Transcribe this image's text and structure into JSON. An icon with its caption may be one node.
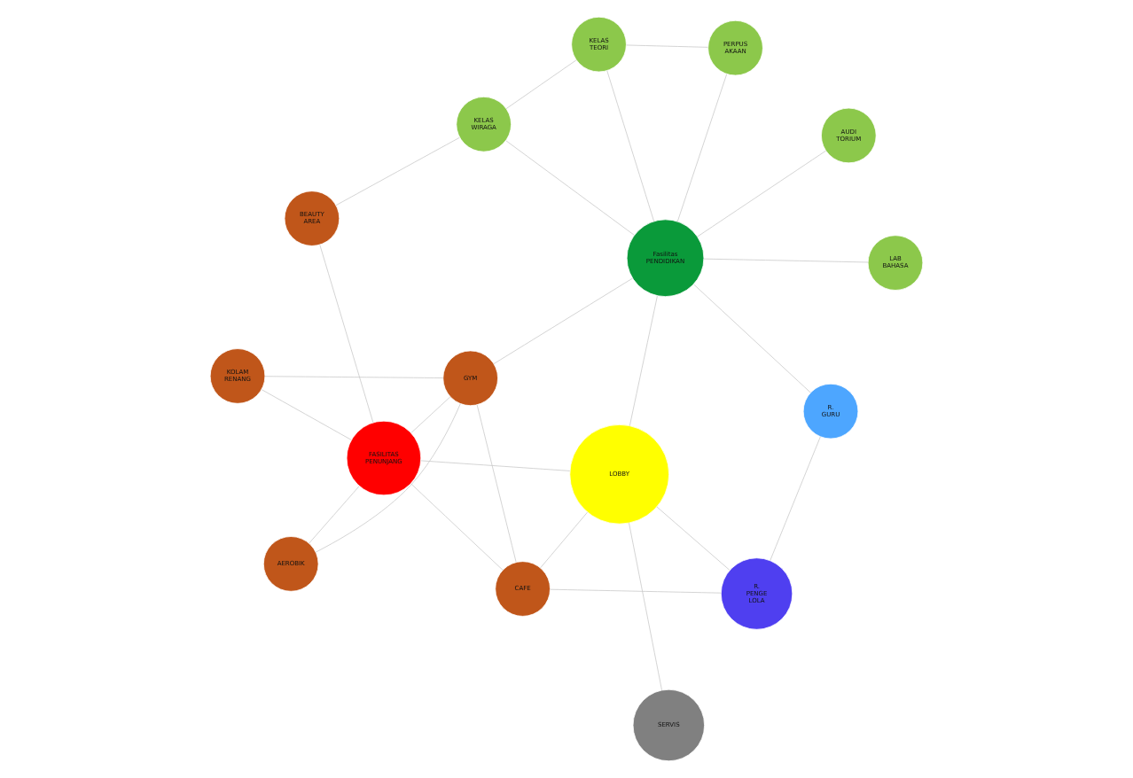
{
  "diagram": {
    "nodes": [
      {
        "text": [
          "GYM"
        ]
      },
      {
        "text": [
          "KOLAM RENANG"
        ]
      },
      {
        "text": [
          "AEROBIK"
        ]
      },
      {
        "text": [
          "BEAUTY AREA"
        ]
      },
      {
        "text": [
          "FASILITAS PENUNJANG"
        ]
      },
      {
        "text": [
          "CAFE"
        ]
      },
      {
        "text": [
          "LOBBY"
        ]
      },
      {
        "text": [
          "R. GURU"
        ]
      },
      {
        "text": [
          "R. PENGE LOLA"
        ]
      },
      {
        "text": [
          "LAB BAHASA"
        ]
      },
      {
        "text": [
          "Fasilitas PENDIDIKAN"
        ]
      },
      {
        "text": [
          "PERPUS AKAAN"
        ]
      },
      {
        "text": [
          "SERVIS"
        ]
      },
      {
        "text": [
          "AUDI TORIUM"
        ]
      },
      {
        "text": [
          "KELAS TEORI"
        ]
      },
      {
        "text": [
          "KELAS WIRAGA"
        ]
      }
    ],
    "edges": [
      {
        "from": 1,
        "to": 0,
        "arrow": "none"
      },
      {
        "from": 0,
        "to": 2,
        "arrow": "none"
      },
      {
        "from": 1,
        "to": 4,
        "arrow": "none"
      },
      {
        "from": 0,
        "to": 4,
        "arrow": "none"
      },
      {
        "from": 2,
        "to": 4,
        "arrow": "none"
      },
      {
        "from": 3,
        "to": 4,
        "arrow": "none"
      },
      {
        "from": 0,
        "to": 5,
        "arrow": "none"
      },
      {
        "from": 4,
        "to": 5,
        "arrow": "none"
      },
      {
        "from": 4,
        "to": 6,
        "arrow": "none"
      },
      {
        "from": 0,
        "to": 10,
        "arrow": "none"
      },
      {
        "from": 5,
        "to": 8,
        "arrow": "none"
      },
      {
        "from": 5,
        "to": 6,
        "arrow": "none"
      },
      {
        "from": 3,
        "to": 15,
        "arrow": "none"
      },
      {
        "from": 6,
        "to": 8,
        "arrow": "none"
      },
      {
        "from": 6,
        "to": 10,
        "arrow": "none"
      },
      {
        "from": 6,
        "to": 12,
        "arrow": "none"
      },
      {
        "from": 8,
        "to": 7,
        "arrow": "none"
      },
      {
        "from": 7,
        "to": 10,
        "arrow": "none"
      },
      {
        "from": 10,
        "to": 9,
        "arrow": "none"
      },
      {
        "from": 10,
        "to": 11,
        "arrow": "none"
      },
      {
        "from": 10,
        "to": 13,
        "arrow": "none"
      },
      {
        "from": 10,
        "to": 15,
        "arrow": "none"
      },
      {
        "from": 10,
        "to": 14,
        "arrow": "none"
      },
      {
        "from": 11,
        "to": 14,
        "arrow": "none"
      },
      {
        "from": 14,
        "to": 15,
        "arrow": "none"
      }
    ]
  }
}
